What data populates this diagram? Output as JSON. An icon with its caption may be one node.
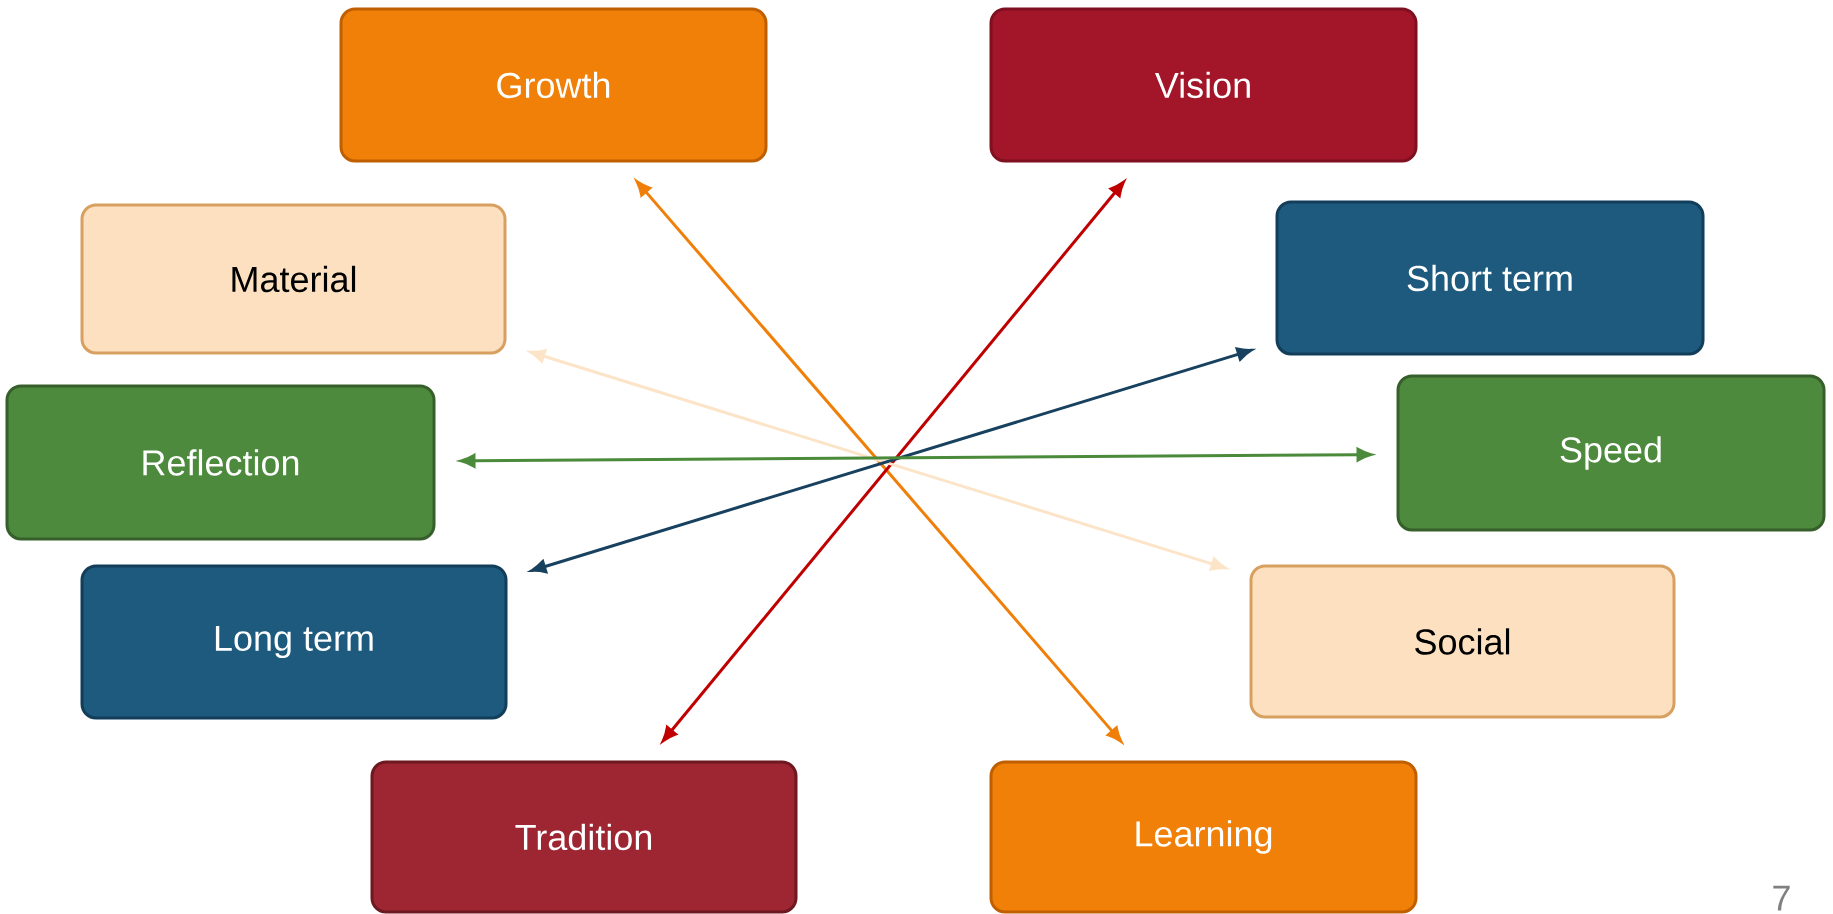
{
  "diagram": {
    "nodes": [
      {
        "text": [
          "Growth"
        ]
      },
      {
        "text": [
          "Vision"
        ]
      },
      {
        "text": [
          "Material"
        ]
      },
      {
        "text": [
          "Short term"
        ]
      },
      {
        "text": [
          "Reflection"
        ]
      },
      {
        "text": [
          "Speed"
        ]
      },
      {
        "text": [
          "Long term"
        ]
      },
      {
        "text": [
          "Social"
        ]
      },
      {
        "text": [
          "Tradition"
        ]
      },
      {
        "text": [
          "Learning"
        ]
      }
    ],
    "edges": [
      {
        "from": 0,
        "to": 9,
        "arrow": "both",
        "color": "#f07f09"
      },
      {
        "from": 1,
        "to": 8,
        "arrow": "both",
        "color": "#c00000"
      },
      {
        "from": 2,
        "to": 7,
        "arrow": "both",
        "color": "#fce4c8"
      },
      {
        "from": 3,
        "to": 6,
        "arrow": "both",
        "color": "#17415f"
      },
      {
        "from": 4,
        "to": 5,
        "arrow": "both",
        "color": "#4b8a3a"
      }
    ],
    "labels": [
      "7"
    ]
  }
}
